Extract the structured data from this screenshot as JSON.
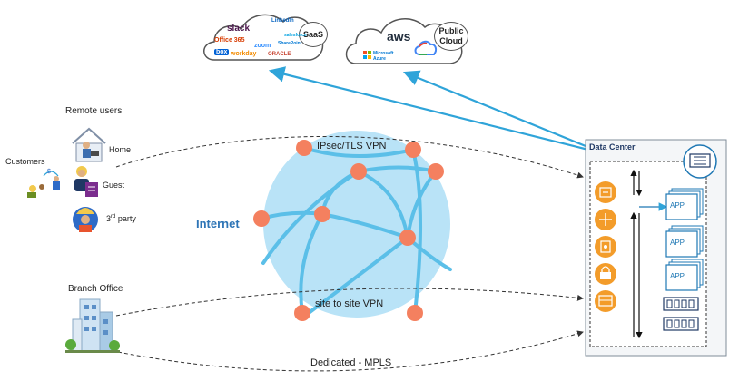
{
  "clouds": {
    "saas": {
      "tag": "SaaS",
      "logos": [
        {
          "icon": "slack-logo",
          "text": "slack",
          "color": "#4a154b"
        },
        {
          "icon": "office365-logo",
          "text": "Office 365",
          "color": "#d83b01"
        },
        {
          "icon": "linkedin-logo",
          "text": "LinkedIn",
          "color": "#0a66c2"
        },
        {
          "icon": "zoom-logo",
          "text": "zoom",
          "color": "#2d8cff"
        },
        {
          "icon": "salesforce-logo",
          "text": "salesforce",
          "color": "#00a1e0"
        },
        {
          "icon": "sharepoint-logo",
          "text": "SharePoint",
          "color": "#0078d4"
        },
        {
          "icon": "box-logo",
          "text": "box",
          "color": "#0061d5"
        },
        {
          "icon": "workday-logo",
          "text": "workday",
          "color": "#f38b00"
        },
        {
          "icon": "oracle-logo",
          "text": "ORACLE",
          "color": "#c74634"
        }
      ]
    },
    "public": {
      "tag": "Public Cloud",
      "logos": [
        {
          "icon": "aws-logo",
          "text": "aws",
          "color": "#232f3e"
        },
        {
          "icon": "azure-logo",
          "text": "Microsoft Azure",
          "color": "#0078d4"
        },
        {
          "icon": "google-cloud-logo",
          "text": "",
          "color": "#4285f4"
        }
      ]
    }
  },
  "users": {
    "remote_users": "Remote users",
    "customers": "Customers",
    "home": "Home",
    "guest": "Guest",
    "third_party_num": "3",
    "third_party_sup": "rd",
    "third_party_text": " party"
  },
  "branch": {
    "label": "Branch Office"
  },
  "network": {
    "internet": "Internet",
    "ipsec": "IPsec/TLS VPN",
    "site_to_site": "site to site VPN",
    "mpls": "Dedicated - MPLS"
  },
  "datacenter": {
    "title": "Data Center",
    "app_labels": [
      "APP",
      "APP",
      "APP"
    ],
    "icons": [
      "load-balancer-icon",
      "router-icon",
      "firewall-icon",
      "security-lock-icon",
      "gateway-icon"
    ]
  },
  "colors": {
    "node": "#f4805f",
    "globe": "#b9e3f7",
    "globe_link": "#5bbfe8",
    "arrow_blue": "#2fa4d9",
    "dc_icon": "#f39c2a",
    "app_border": "#1f78b4",
    "internet_text": "#2e75b6"
  }
}
